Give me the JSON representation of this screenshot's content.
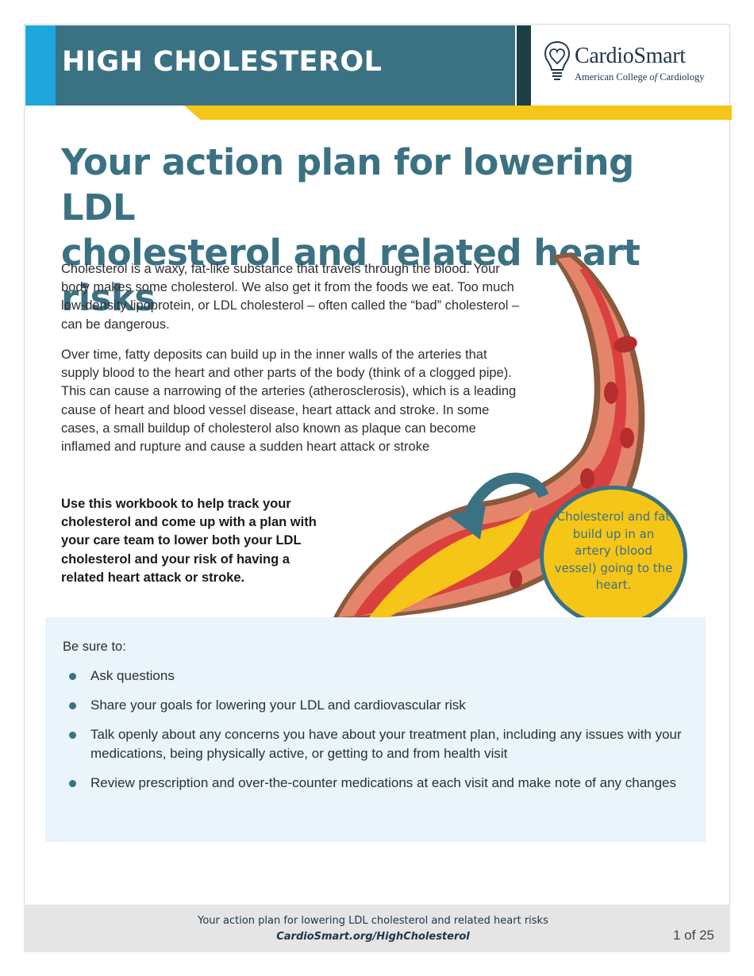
{
  "header": {
    "section_title": "HIGH CHOLESTEROL",
    "logo_name": "CardioSmart",
    "logo_sub_pre": "American College ",
    "logo_sub_of": "of",
    "logo_sub_post": " Cardiology",
    "icon": "lightbulb-heart-icon"
  },
  "title": {
    "line1": "Your action plan for lowering LDL",
    "line2": "cholesterol and related heart risks"
  },
  "intro": {
    "paragraph1": "Cholesterol is a waxy, fat-like substance that travels through the blood. Your body makes some cholesterol. We also get it from the foods we eat. Too much low-density lipoprotein, or LDL cholesterol – often called the “bad” cholesterol – can be dangerous.",
    "paragraph2": "Over time, fatty deposits can build up in the inner walls of the arteries that supply blood to the heart and other parts of the body (think of a clogged pipe). This can cause a narrowing of the arteries (atherosclerosis), which is a leading cause of heart and blood vessel disease, heart attack and stroke. In some cases, a small buildup of cholesterol also known as plaque can become inflamed and rupture and cause a sudden heart attack or stroke",
    "workbook_note": "Use this workbook to help track your cholesterol and come up with a plan with your care team to lower both your LDL cholesterol and your risk of having a related heart attack or stroke."
  },
  "illustration": {
    "callout": "Cholesterol and fat build up in an artery (blood vessel) going to the heart.",
    "icon": "artery-illustration"
  },
  "tips": {
    "heading": "Be sure to:",
    "items": [
      "Ask questions",
      "Share your goals for lowering your LDL and cardiovascular risk",
      "Talk openly about any concerns you have about your treatment plan, including any issues with your medications, being physically active, or getting to and from health visit",
      "Review prescription and over-the-counter medications at each visit and make note of any changes"
    ]
  },
  "footer": {
    "doc_title": "Your action plan for lowering LDL cholesterol and related heart risks",
    "url": "CardioSmart.org/HighCholesterol",
    "page": "1 of 25"
  },
  "colors": {
    "teal": "#3b7283",
    "accent_blue": "#1ea6dc",
    "yellow": "#f5c518",
    "artery_red": "#d9403f",
    "tips_bg": "#e9f4fb"
  }
}
